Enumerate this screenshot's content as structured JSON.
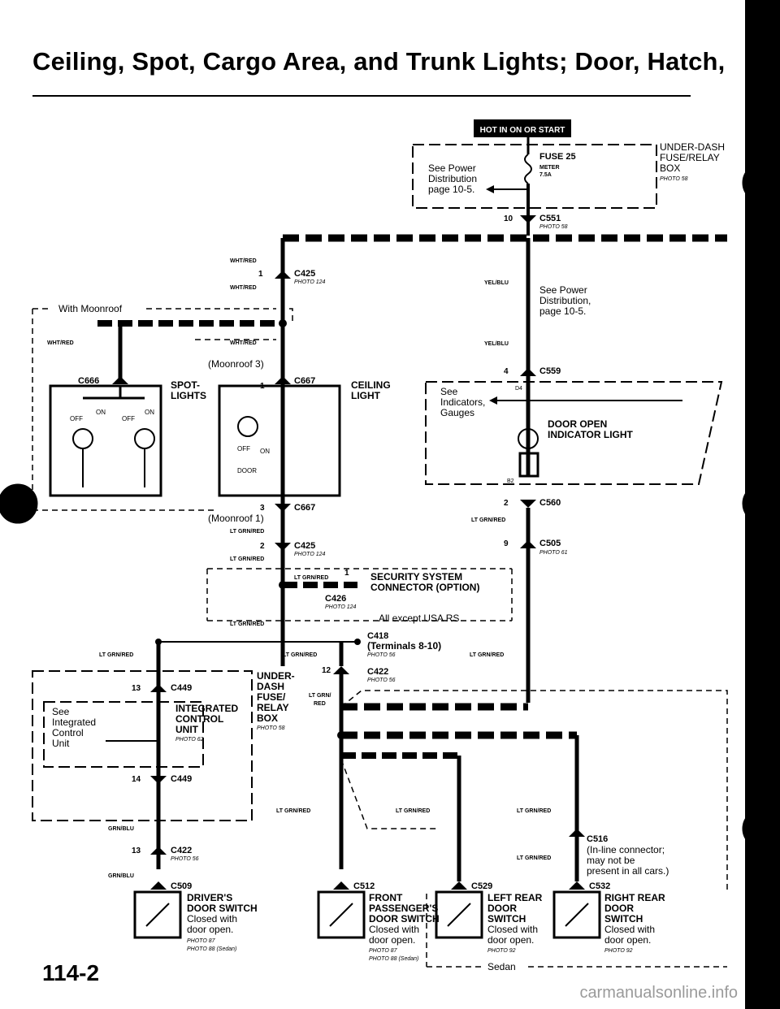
{
  "header": {
    "title": "Ceiling, Spot, Cargo Area, and Trunk Lights; Door, Hatch,"
  },
  "page_number": "114-2",
  "watermark": "carmanualsonline.info",
  "hot_label": "HOT IN ON OR START",
  "relay_box": {
    "l1": "UNDER-DASH",
    "l2": "FUSE/RELAY",
    "l3": "BOX",
    "photo": "PHOTO 58"
  },
  "fuse": {
    "name": "FUSE 25",
    "meter": "METER",
    "amps": "7.5A"
  },
  "see_power": {
    "l1": "See Power",
    "l2": "Distribution",
    "l3": "page 10-5."
  },
  "see_power2": {
    "l1": "See Power",
    "l2": "Distribution,",
    "l3": "page 10-5."
  },
  "c551": {
    "pin": "10",
    "name": "C551",
    "photo": "PHOTO 58"
  },
  "c425a": {
    "pin": "1",
    "name": "C425",
    "photo": "PHOTO 124"
  },
  "c425b": {
    "pin": "2",
    "name": "C425",
    "photo": "PHOTO 124"
  },
  "wires": {
    "wht_red": "WHT/RED",
    "yel_blu": "YEL/BLU",
    "lt_grn_red": "LT GRN/RED",
    "grn_blu": "GRN/BLU",
    "lt_grn": "LT GRN/",
    "red": "RED"
  },
  "moonroof_box": "With Moonroof",
  "moonroof3": "(Moonroof 3)",
  "moonroof1": "(Moonroof 1)",
  "c666": "C666",
  "c667a": {
    "pin": "1",
    "name": "C667"
  },
  "c667b": {
    "pin": "3",
    "name": "C667"
  },
  "spot": {
    "l1": "SPOT-",
    "l2": "LIGHTS"
  },
  "ceiling": {
    "l1": "CEILING",
    "l2": "LIGHT"
  },
  "switch_pos": {
    "off": "OFF",
    "on": "ON",
    "door": "DOOR"
  },
  "c559": {
    "pin": "4",
    "name": "C559"
  },
  "indicators": {
    "l1": "See",
    "l2": "Indicators,",
    "l3": "Gauges",
    "d4": "D4",
    "b2": "B2"
  },
  "door_open": {
    "l1": "DOOR OPEN",
    "l2": "INDICATOR LIGHT"
  },
  "c560": {
    "pin": "2",
    "name": "C560"
  },
  "c505": {
    "pin": "9",
    "name": "C505",
    "photo": "PHOTO 61"
  },
  "security": {
    "pin": "1",
    "l1": "SECURITY SYSTEM",
    "l2": "CONNECTOR (OPTION)",
    "name": "C426",
    "photo": "PHOTO 124",
    "except": "All except USA RS"
  },
  "c418": {
    "name": "C418",
    "terms": "(Terminals 8-10)",
    "photo": "PHOTO 56"
  },
  "c422a": {
    "pin": "12",
    "name": "C422",
    "photo": "PHOTO 56"
  },
  "c422b": {
    "pin": "13",
    "name": "C422",
    "photo": "PHOTO 56"
  },
  "underdash2": {
    "l1": "UNDER-",
    "l2": "DASH",
    "l3": "FUSE/",
    "l4": "RELAY",
    "l5": "BOX",
    "photo": "PHOTO 58"
  },
  "c449a": {
    "pin": "13",
    "name": "C449"
  },
  "c449b": {
    "pin": "14",
    "name": "C449"
  },
  "icu": {
    "l1": "INTEGRATED",
    "l2": "CONTROL",
    "l3": "UNIT",
    "photo": "PHOTO 62"
  },
  "see_icu": {
    "l1": "See",
    "l2": "Integrated",
    "l3": "Control",
    "l4": "Unit"
  },
  "c516": {
    "name": "C516",
    "l1": "(In-line connector;",
    "l2": "may not be",
    "l3": "present in all cars.)"
  },
  "c509": "C509",
  "c512": "C512",
  "c529": "C529",
  "c532": "C532",
  "driver": {
    "l1": "DRIVER'S",
    "l2": "DOOR SWITCH",
    "l3": "Closed with",
    "l4": "door open.",
    "p1": "PHOTO 87",
    "p2": "PHOTO 88 (Sedan)"
  },
  "front": {
    "l1": "FRONT",
    "l2": "PASSENGER'S",
    "l3": "DOOR SWITCH",
    "l4": "Closed with",
    "l5": "door open.",
    "p1": "PHOTO 87",
    "p2": "PHOTO 88 (Sedan)"
  },
  "leftrear": {
    "l1": "LEFT REAR",
    "l2": "DOOR",
    "l3": "SWITCH",
    "l4": "Closed with",
    "l5": "door open.",
    "p1": "PHOTO 92"
  },
  "rightrear": {
    "l1": "RIGHT REAR",
    "l2": "DOOR",
    "l3": "SWITCH",
    "l4": "Closed with",
    "l5": "door open.",
    "p1": "PHOTO 92"
  },
  "sedan": "Sedan"
}
